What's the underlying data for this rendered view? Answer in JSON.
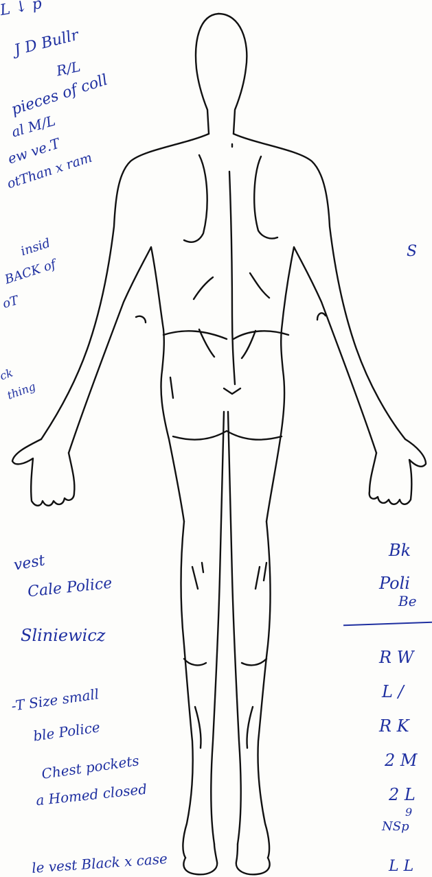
{
  "left_notes": [
    "L ↓ p",
    "J D   Bullr",
    "R/L",
    "pieces of coll",
    "al  M/L",
    "ew  ve.T",
    "otThan x ram",
    "insid",
    "BACK of",
    "oT",
    "ck",
    "thing"
  ],
  "lower_left_notes": [
    "vest",
    "Cale  Police",
    "Sliniewicz",
    "-T   Size small",
    "ble  Police",
    "Chest pockets",
    "a Homed  closed",
    "le  vest      Black        x case"
  ],
  "right_notes": [
    "S",
    "Bk",
    "Poli",
    "Be",
    "R  W",
    "L  /",
    "R  K",
    "2  M",
    "2  L",
    "9",
    "NSp",
    "L  L"
  ],
  "ink_color": "#1e2fa0"
}
